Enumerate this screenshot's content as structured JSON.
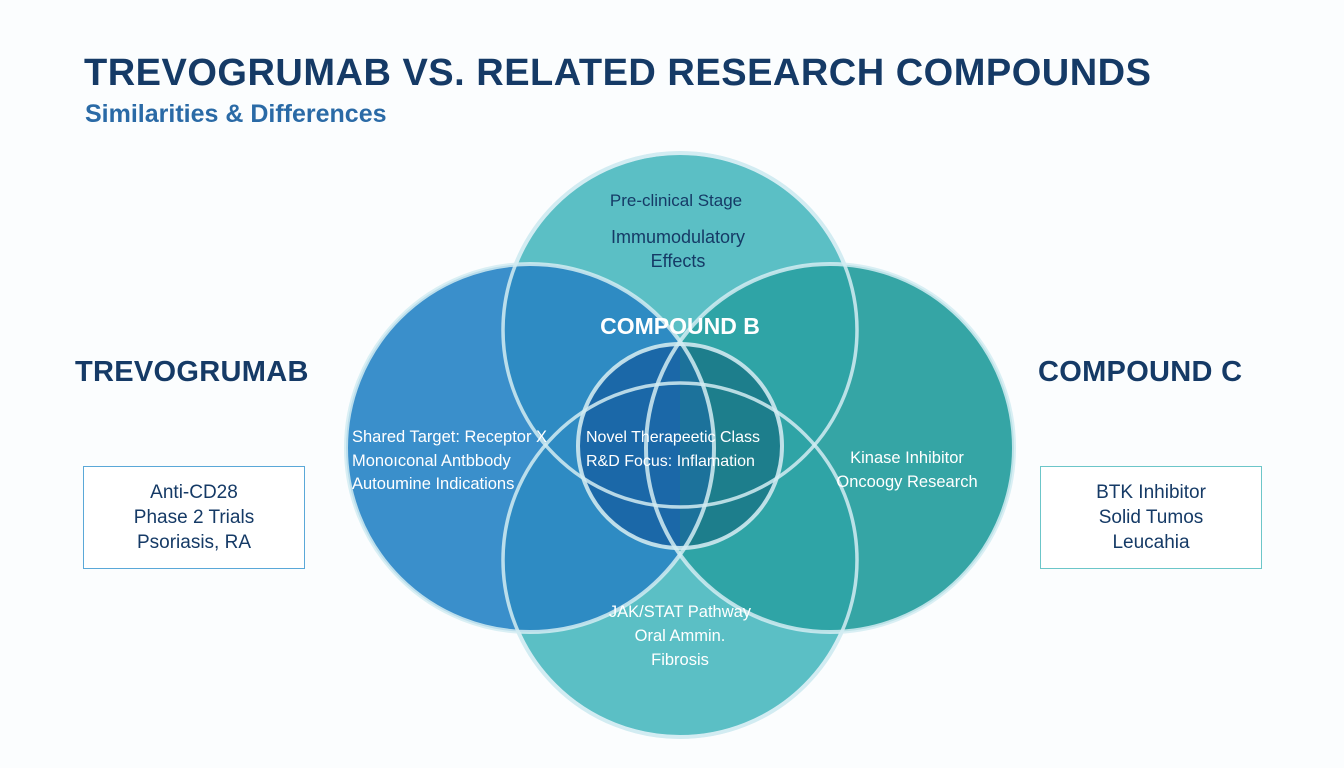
{
  "header": {
    "title": "TREVOGRUMAB VS. RELATED RESEARCH COMPOUNDS",
    "subtitle": "Similarities & Differences"
  },
  "colors": {
    "title": "#153a66",
    "subtitle": "#2a6aa6",
    "trevogrumab_circle": "#3a8fcb",
    "compound_b_circle": "#5bbfc5",
    "compound_c_circle": "#35a5a5",
    "center_overlap": "#1a6aa6",
    "circle_outline": "#d2ecf2"
  },
  "compounds": {
    "left": {
      "name": "TREVOGRUMAB",
      "details": [
        "Anti-CD28",
        "Phase 2 Trials",
        "Psoriasis, RA"
      ]
    },
    "top": {
      "name": "COMPOUND B"
    },
    "right": {
      "name": "COMPOUND C",
      "details": [
        "BTK Inhibitor",
        "Solid Tumos",
        "Leucahia"
      ]
    }
  },
  "venn": {
    "top_region": [
      "Pre-clinical Stage",
      "Immumodulatory",
      "Effects"
    ],
    "left_region": [
      "Shared Target: Receptor X",
      "Monoıconal Antbbody",
      "Autoumine Indications"
    ],
    "center_region": [
      "Novel Therapeetic Class",
      "R&D Focus: Inflamation"
    ],
    "right_region": [
      "Kinase Inhibitor",
      "Oncoogy Research"
    ],
    "bottom_region": [
      "JAK/STAT Pathway",
      "Oral Ammin.",
      "Fibrosis"
    ]
  }
}
